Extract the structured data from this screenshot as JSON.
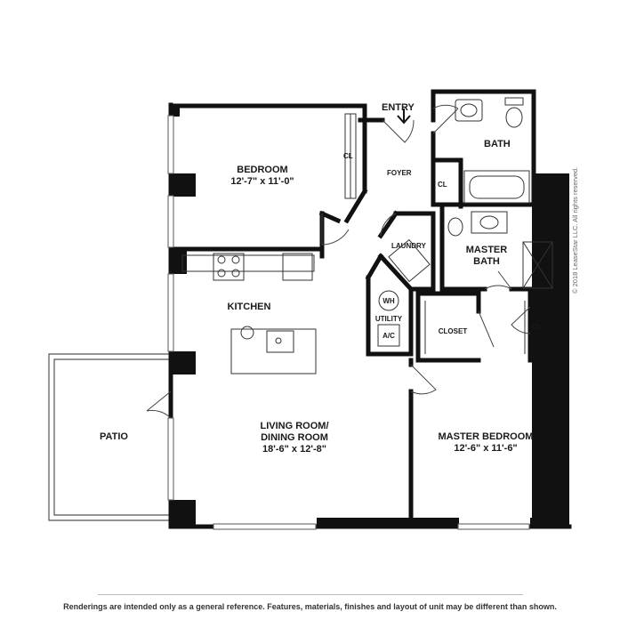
{
  "rooms": {
    "entry": "ENTRY",
    "bath": "BATH",
    "foyer": "FOYER",
    "bedroom": {
      "name": "BEDROOM",
      "size": "12'-7\" x 11'-0\""
    },
    "bedroom_closet": "CL",
    "foyer_closet": "CL",
    "laundry": "LAUNDRY",
    "master_bath": {
      "line1": "MASTER",
      "line2": "BATH"
    },
    "kitchen": "KITCHEN",
    "utility": "UTILITY",
    "water_heater": "WH",
    "ac": "A/C",
    "closet": "CLOSET",
    "master_closet": "CL",
    "patio": "PATIO",
    "living": {
      "line1": "LIVING ROOM/",
      "line2": "DINING ROOM",
      "size": "18'-6\" x 12'-8\""
    },
    "master_bedroom": {
      "name": "MASTER BEDROOM",
      "size": "12'-6\" x 11'-6\""
    }
  },
  "footer": {
    "disclaimer": "Renderings are intended only as a general reference. Features, materials, finishes and layout of unit may be different than shown.",
    "copyright": "© 2018 LeaseStar LLC. All rights reserved."
  }
}
